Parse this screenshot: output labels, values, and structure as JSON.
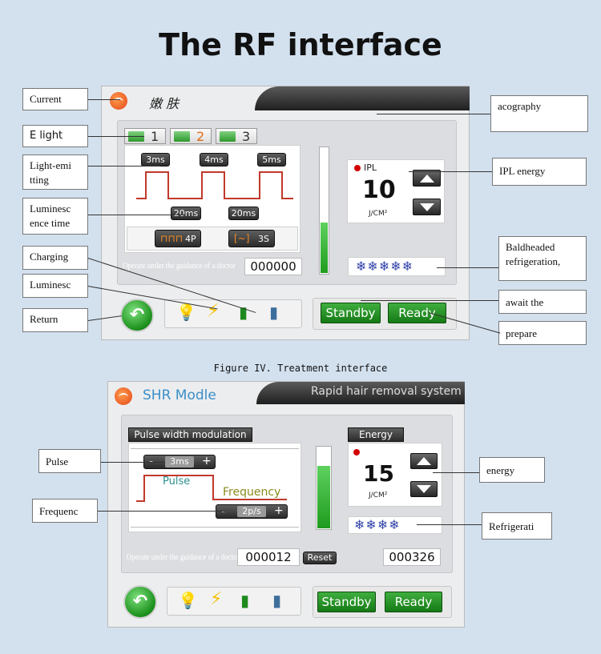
{
  "page_title": "The RF interface",
  "caption": "Figure IV. Treatment interface",
  "rf": {
    "mode_title": "嫩 肤",
    "tabs": [
      "1",
      "2",
      "3"
    ],
    "pulse_buttons": [
      "3ms",
      "4ms",
      "5ms"
    ],
    "delay_buttons": [
      "20ms",
      "20ms"
    ],
    "count_4p": "4P",
    "time_3s": "3S",
    "doctor_note": "Operate under the guidance of a doctor",
    "counter": "000000",
    "energy_label": "IPL",
    "energy_value": "10",
    "energy_unit": "J/CM²",
    "energy_fill": 0.4,
    "snow": "❄❄❄❄❄",
    "standby": "Standby",
    "ready": "Ready"
  },
  "shr": {
    "mode_title": "SHR Modle",
    "system_title": "Rapid hair removal system",
    "pwm_label": "Pulse width modulation",
    "pulse_minus": "-",
    "pulse_value": "3ms",
    "pulse_plus": "+",
    "pulse_text": "Pulse",
    "frequency_text": "Frequency",
    "freq_minus": "-",
    "freq_value": "2p/s",
    "freq_plus": "+",
    "energy_header": "Energy",
    "energy_value": "15",
    "energy_unit": "J/CM²",
    "energy_fill": 0.76,
    "snow": "❄❄❄❄",
    "doctor_note": "Operate under the guidance of a doctor",
    "counter": "000012",
    "reset": "Reset",
    "total": "000326",
    "standby": "Standby",
    "ready": "Ready"
  },
  "callouts": {
    "current": "Current",
    "light": "E      light",
    "light_emitting": "Light-emi tting",
    "luminescence_time": "Luminesc ence  time",
    "charging": "Charging",
    "luminesc": "Luminesc",
    "return": "Return",
    "acography": "acography",
    "ipl_energy": "IPL        energy",
    "baldheaded": "Baldheaded refrigeration,",
    "await": "await         the",
    "prepare": "prepare",
    "pulse": "Pulse",
    "frequenc": "Frequenc",
    "energy": "energy",
    "refrigerati": "Refrigerati"
  },
  "colors": {
    "accent_green": "#1e9b1e",
    "header_dark": "#2b2b2b",
    "shr_title": "#3a8fc9",
    "tab_active": "#e06d16"
  }
}
